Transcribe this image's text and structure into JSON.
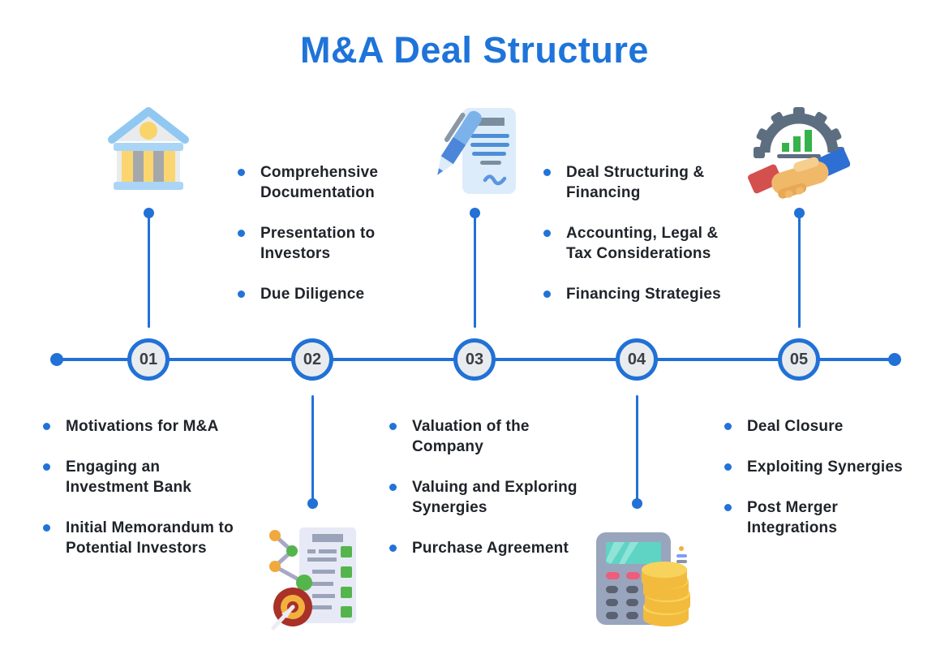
{
  "title": "M&A Deal Structure",
  "colors": {
    "accent_blue": "#2171d6",
    "title_blue": "#1e74d9",
    "text_dark": "#20242a",
    "bullet_blue": "#2273d8",
    "node_fill": "#e9ecef",
    "node_number": "#3a3f47"
  },
  "stages": [
    {
      "number": "01",
      "icon": "bank-icon",
      "icon_position": "above",
      "list_position": "below",
      "items": [
        "Motivations for M&A",
        "Engaging an\nInvestment Bank",
        "Initial Memorandum to\nPotential Investors"
      ]
    },
    {
      "number": "02",
      "icon": "report-target-icon",
      "icon_position": "below",
      "list_position": "above",
      "items": [
        "Comprehensive\nDocumentation",
        "Presentation to\nInvestors",
        "Due Diligence"
      ]
    },
    {
      "number": "03",
      "icon": "contract-pen-icon",
      "icon_position": "above",
      "list_position": "below",
      "items": [
        "Valuation of the\nCompany",
        "Valuing and Exploring\nSynergies",
        "Purchase Agreement"
      ]
    },
    {
      "number": "04",
      "icon": "calculator-coins-icon",
      "icon_position": "below",
      "list_position": "above",
      "items": [
        "Deal Structuring &\nFinancing",
        "Accounting, Legal &\nTax Considerations",
        "Financing Strategies"
      ]
    },
    {
      "number": "05",
      "icon": "handshake-gear-icon",
      "icon_position": "above",
      "list_position": "below",
      "items": [
        "Deal Closure",
        "Exploiting Synergies",
        "Post Merger\nIntegrations"
      ]
    }
  ]
}
